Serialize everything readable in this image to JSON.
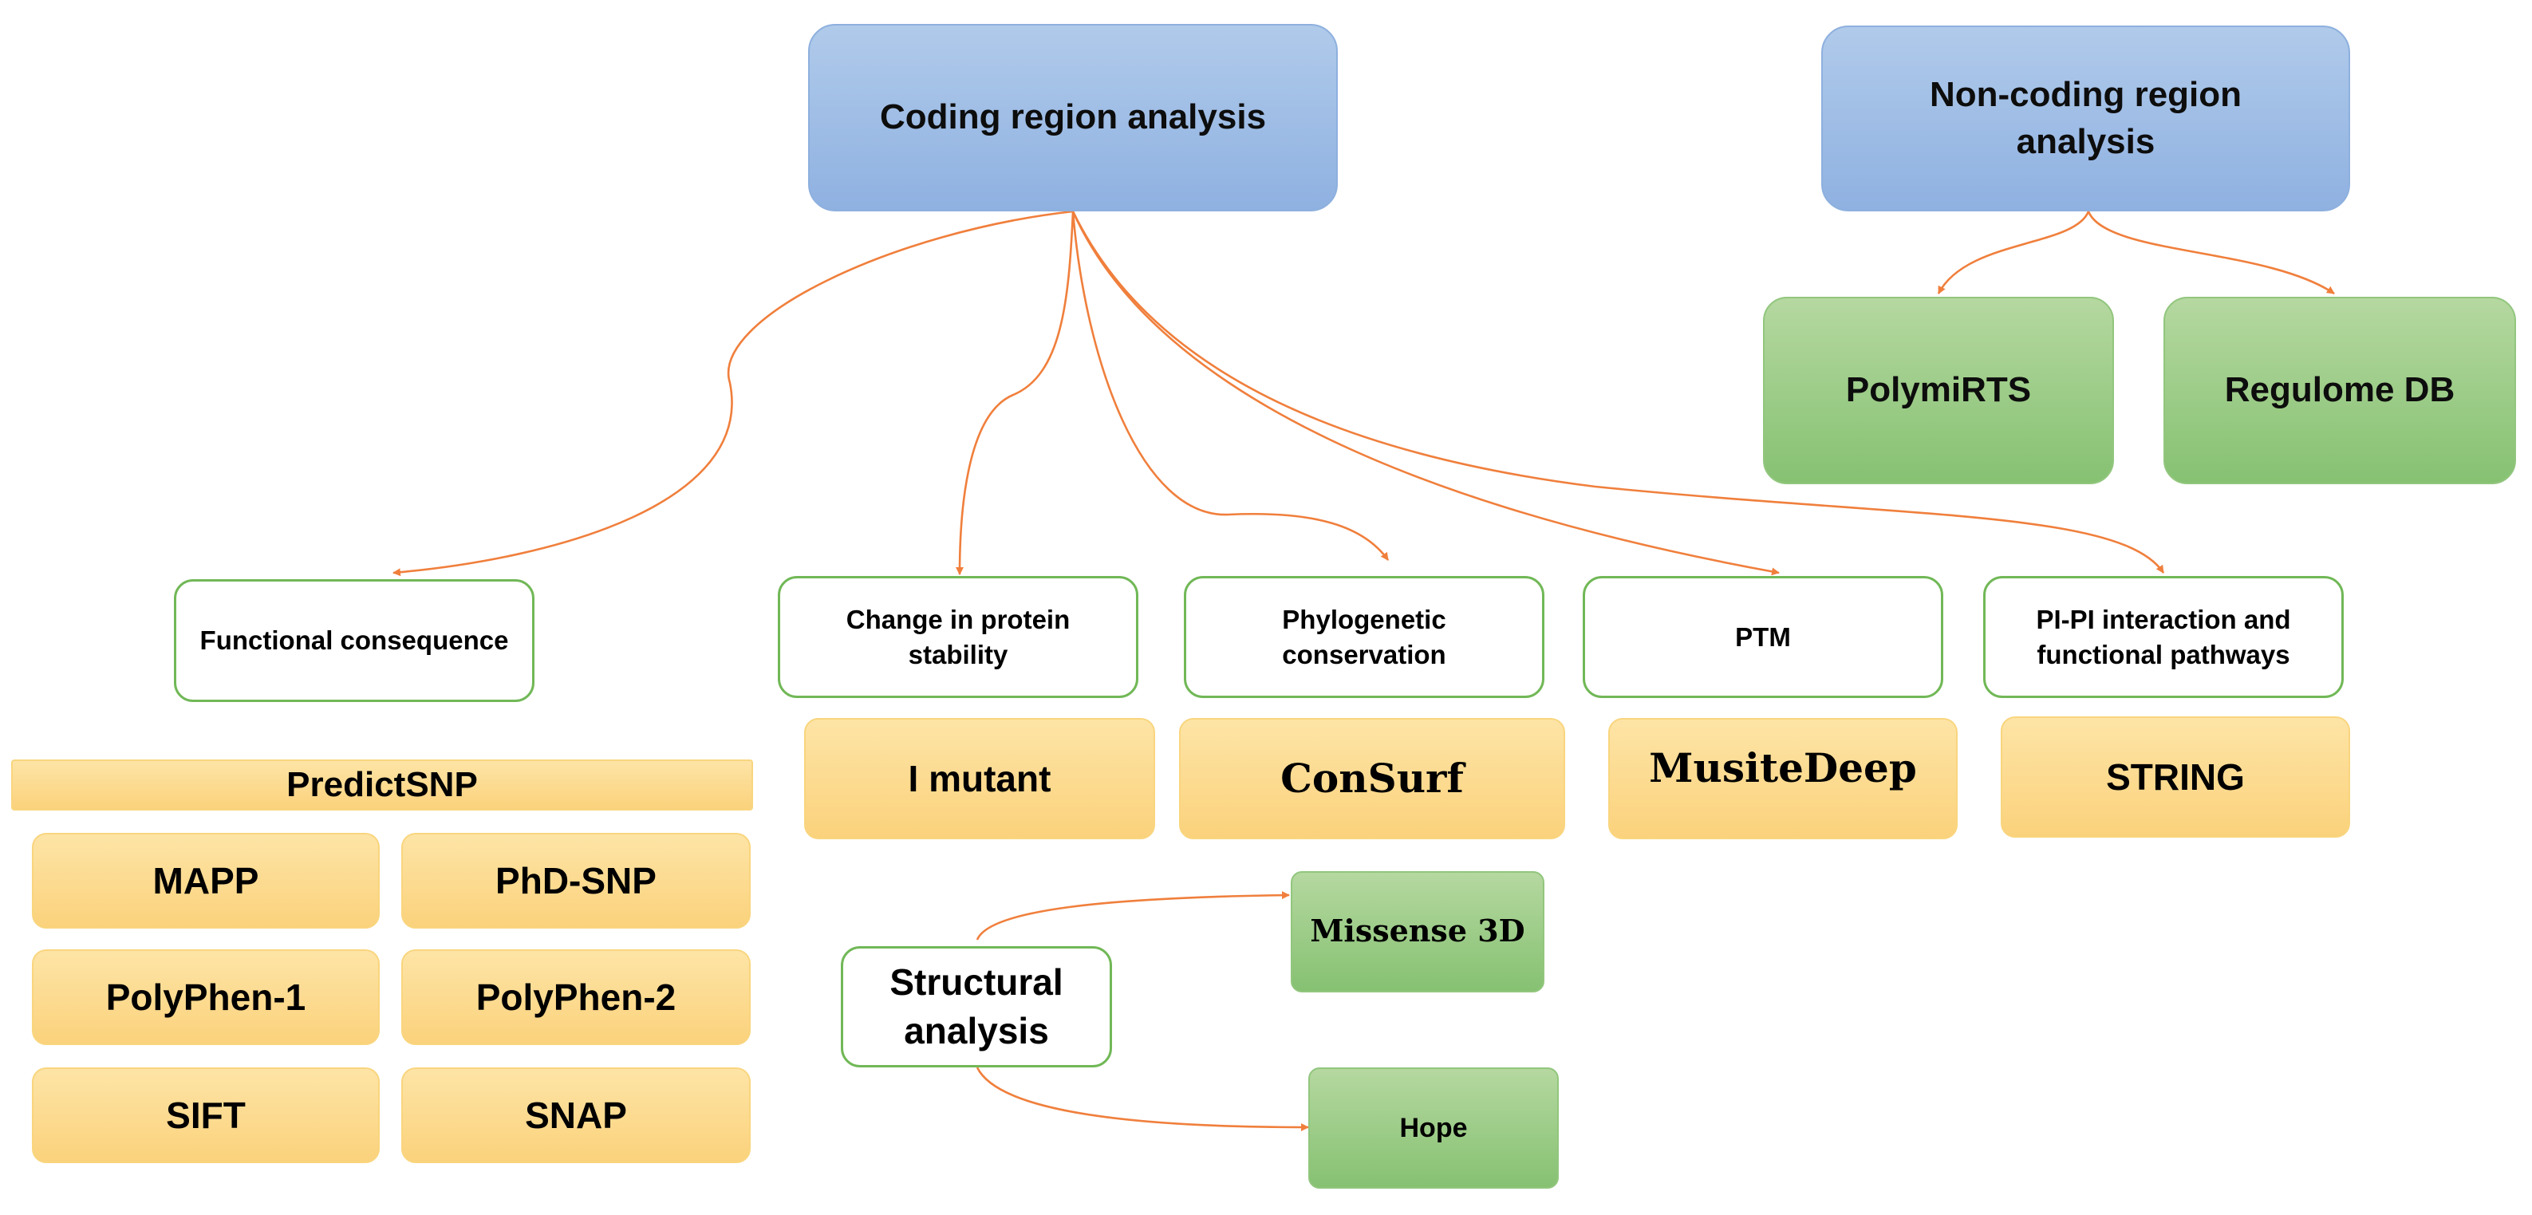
{
  "colors": {
    "arrow": "#f07f3c",
    "blue_box": "#9ebde6",
    "green_box": "#9acd85",
    "yellow_box": "#fcd98a",
    "outline_green": "#71b857"
  },
  "coding": {
    "title": "Coding region analysis",
    "categories": [
      {
        "label": "Functional consequence"
      },
      {
        "label": "Change in protein stability"
      },
      {
        "label": "Phylogenetic conservation"
      },
      {
        "label": "PTM"
      },
      {
        "label": "PI-PI interaction and functional pathways"
      }
    ],
    "predictsnp": {
      "label": "PredictSNP",
      "tools": [
        "MAPP",
        "PhD-SNP",
        "PolyPhen-1",
        "PolyPhen-2",
        "SIFT",
        "SNAP"
      ]
    },
    "stability_tool": "I mutant",
    "conservation_tool": "ConSurf",
    "ptm_tool": "MusiteDeep",
    "interaction_tool": "STRING",
    "structural": {
      "label": "Structural analysis",
      "tools": [
        "Missense 3D",
        "Hope"
      ]
    }
  },
  "noncoding": {
    "title": "Non-coding region analysis",
    "tools": [
      "PolymiRTS",
      "Regulome DB"
    ]
  }
}
